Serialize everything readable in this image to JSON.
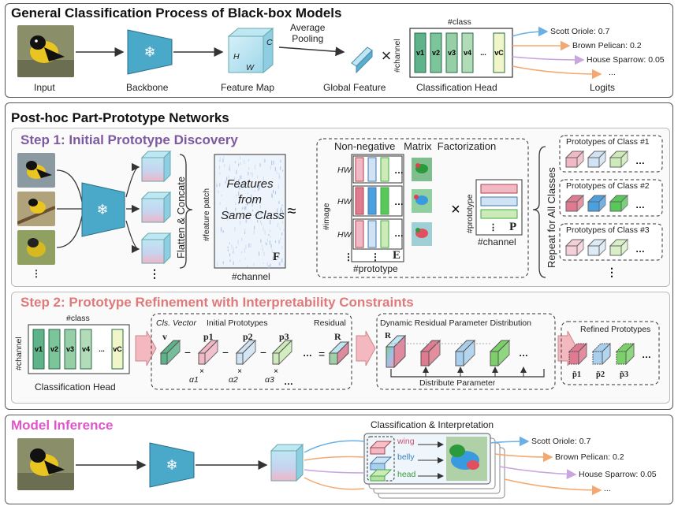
{
  "top": {
    "title": "General Classification Process of Black-box Models",
    "input": "Input",
    "backbone": "Backbone",
    "feature_map": "Feature Map",
    "fm_h": "H",
    "fm_w": "W",
    "fm_c": "C",
    "pooling": "Average\nPooling",
    "global_feature": "Global Feature",
    "class_label": "#class",
    "channel_label": "#channel",
    "head": "Classification Head",
    "vectors": [
      "v1",
      "v2",
      "v3",
      "v4",
      "...",
      "vC"
    ],
    "logits": "Logits",
    "outputs": [
      "Scott Oriole: 0.7",
      "Brown Pelican: 0.2",
      "House Sparrow: 0.05",
      "..."
    ]
  },
  "mid": {
    "title": "Post-hoc Part-Prototype Networks",
    "step1": {
      "title": "Step 1: Initial Prototype Discovery",
      "flatten": "Flatten & Concate",
      "feature_patch": "#feature patch",
      "features_text": "Features\nfrom\nSame Class",
      "F": "F",
      "channel": "#channel",
      "approx": "≈",
      "nmf": "Non-negative   Matrix  Factorization",
      "image": "#image",
      "hw": "HW",
      "E": "E",
      "prototype_x": "#prototype",
      "times": "×",
      "prototype_y": "#prototype",
      "P": "P",
      "channel2": "#channel",
      "repeat": "Repeat for All Classes",
      "class_protos": [
        "Prototypes of Class #1",
        "Prototypes of Class #2",
        "Prototypes of Class #3"
      ]
    },
    "step2": {
      "title": "Step 2: Prototype Refinement with Interpretability Constraints",
      "class_label": "#class",
      "channel_label": "#channel",
      "head": "Classification Head",
      "cls_vector": "Cls. Vector",
      "initial_protos": "Initial Prototypes",
      "residual": "Residual",
      "v": "v",
      "p": [
        "p1",
        "p2",
        "p3"
      ],
      "alpha": [
        "α1",
        "α2",
        "α3"
      ],
      "R": "R",
      "drpd": "Dynamic Residual Parameter Distribution",
      "distribute": "Distribute Parameter",
      "refined": "Refined Prototypes",
      "p_tilde": [
        "p̃1",
        "p̃2",
        "p̃3"
      ]
    }
  },
  "bottom": {
    "title": "Model Inference",
    "cls_interp": "Classification & Interpretation",
    "parts": [
      "wing",
      "belly",
      "head"
    ],
    "outputs": [
      "Scott Oriole: 0.7",
      "Brown Pelican: 0.2",
      "House Sparrow: 0.05",
      "..."
    ]
  },
  "colors": {
    "blue_arrow": "#6ab0e6",
    "orange_arrow": "#f3a870",
    "purple_arrow": "#c9a6e0",
    "pink_step": "#e07a7a",
    "purple_step": "#7d5aa0",
    "magenta": "#e055c8"
  }
}
